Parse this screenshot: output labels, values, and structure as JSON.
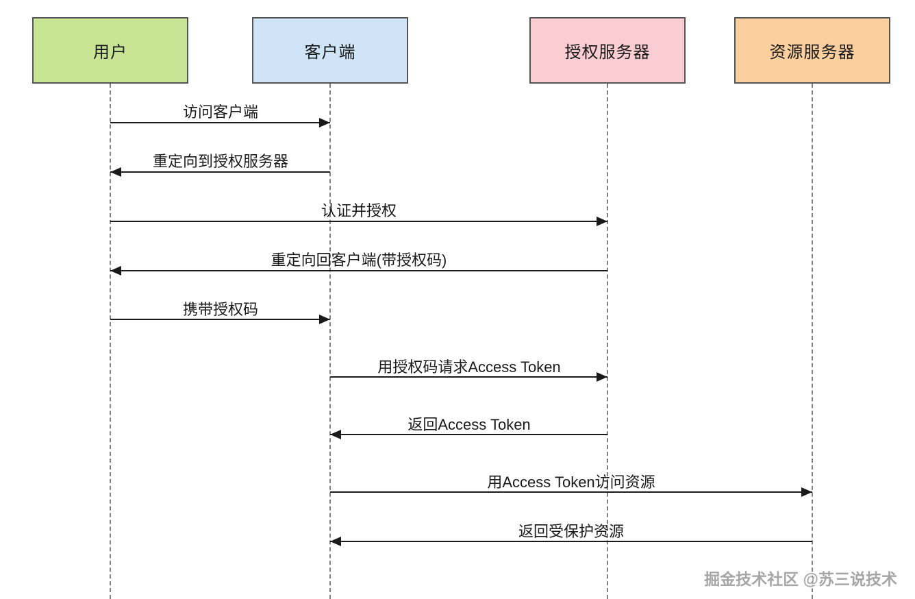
{
  "diagram_type": "sequence-diagram",
  "actors": [
    {
      "id": "user",
      "label": "用户",
      "fill": "#c7e594"
    },
    {
      "id": "client",
      "label": "客户端",
      "fill": "#cfe5f7"
    },
    {
      "id": "auth-server",
      "label": "授权服务器",
      "fill": "#f9cdd1"
    },
    {
      "id": "resource-server",
      "label": "资源服务器",
      "fill": "#fbcf9e"
    }
  ],
  "messages": [
    {
      "label": "访问客户端",
      "from": "用户",
      "to": "客户端",
      "direction": "right"
    },
    {
      "label": "重定向到授权服务器",
      "from": "客户端",
      "to": "用户",
      "direction": "left"
    },
    {
      "label": "认证并授权",
      "from": "用户",
      "to": "授权服务器",
      "direction": "right"
    },
    {
      "label": "重定向回客户端(带授权码)",
      "from": "授权服务器",
      "to": "用户",
      "direction": "left"
    },
    {
      "label": "携带授权码",
      "from": "用户",
      "to": "客户端",
      "direction": "right"
    },
    {
      "label": "用授权码请求Access Token",
      "from": "客户端",
      "to": "授权服务器",
      "direction": "right"
    },
    {
      "label": "返回Access Token",
      "from": "授权服务器",
      "to": "客户端",
      "direction": "left"
    },
    {
      "label": "用Access Token访问资源",
      "from": "客户端",
      "to": "资源服务器",
      "direction": "right"
    },
    {
      "label": "返回受保护资源",
      "from": "资源服务器",
      "to": "客户端",
      "direction": "left"
    }
  ],
  "watermark": {
    "text": "掘金技术社区 @苏三说技术"
  },
  "colors": {
    "background": "#ffffff",
    "actor_border": "#545454",
    "actor_text": "#1a1a1a",
    "arrow": "#1a1a1a",
    "lifeline": "#808080",
    "message_text": "#1a1a1a",
    "watermark_text": "#a6a6a6"
  }
}
